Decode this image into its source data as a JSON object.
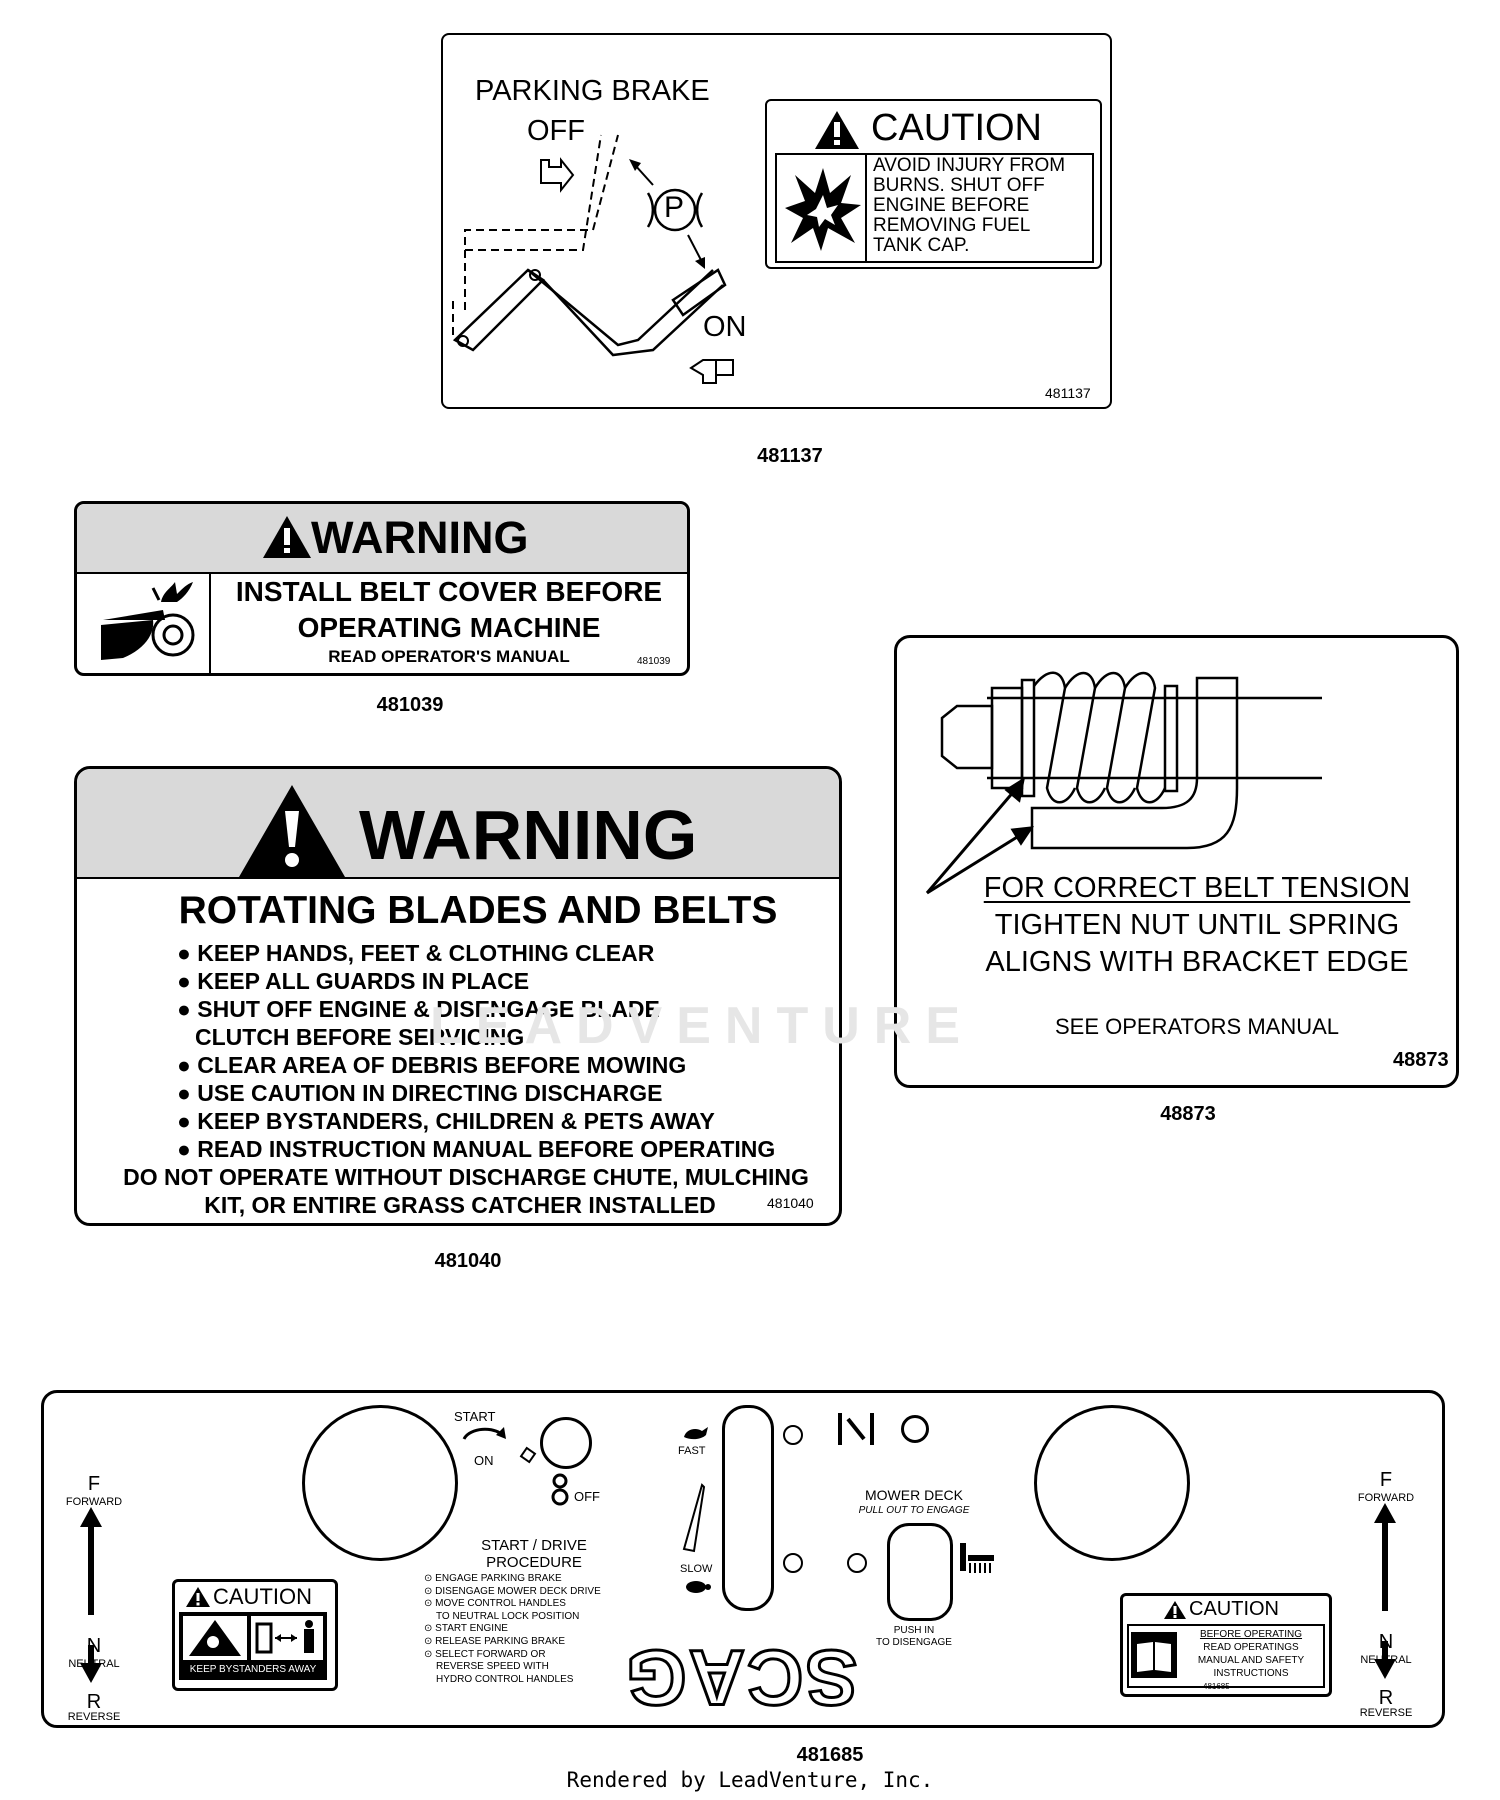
{
  "decal_481137": {
    "parking_brake": "PARKING BRAKE",
    "off": "OFF",
    "on": "ON",
    "p_symbol": "P",
    "caution_title": "CAUTION",
    "caution_lines": [
      "AVOID INJURY FROM",
      "BURNS.  SHUT OFF",
      "ENGINE BEFORE",
      "REMOVING FUEL",
      "TANK CAP."
    ],
    "part_no_small": "481137",
    "caption": "481137"
  },
  "decal_481039": {
    "title": "WARNING",
    "line1": "INSTALL BELT COVER BEFORE",
    "line2": "OPERATING MACHINE",
    "line3": "READ OPERATOR'S MANUAL",
    "part_no_small": "481039",
    "caption": "481039"
  },
  "decal_481040": {
    "title": "WARNING",
    "heading": "ROTATING BLADES AND BELTS",
    "bullets": [
      "KEEP HANDS, FEET & CLOTHING CLEAR",
      "KEEP ALL GUARDS IN PLACE",
      "SHUT OFF ENGINE & DISENGAGE BLADE",
      "CLEAR AREA OF DEBRIS BEFORE MOWING",
      "USE CAUTION IN DIRECTING DISCHARGE",
      "KEEP BYSTANDERS, CHILDREN & PETS AWAY",
      "READ INSTRUCTION MANUAL BEFORE OPERATING"
    ],
    "bullet3_cont": "CLUTCH BEFORE SERVICING",
    "footer1": "DO NOT OPERATE WITHOUT DISCHARGE CHUTE, MULCHING",
    "footer2": "KIT, OR ENTIRE GRASS CATCHER INSTALLED",
    "part_no_small": "481040",
    "caption": "481040"
  },
  "decal_48873": {
    "line1": "FOR CORRECT BELT TENSION",
    "line2": "TIGHTEN NUT UNTIL SPRING",
    "line3": "ALIGNS WITH BRACKET EDGE",
    "line4": "SEE OPERATORS MANUAL",
    "part_no_small": "48873",
    "caption": "48873"
  },
  "decal_481685": {
    "start": "START",
    "on": "ON",
    "off": "OFF",
    "fast": "FAST",
    "slow": "SLOW",
    "mower_deck": "MOWER DECK",
    "pull_out": "PULL OUT TO ENGAGE",
    "push_in": "PUSH IN",
    "to_disengage": "TO DISENGAGE",
    "procedure_title1": "START / DRIVE",
    "procedure_title2": "PROCEDURE",
    "procedure_steps": [
      "ENGAGE PARKING BRAKE",
      "DISENGAGE MOWER DECK DRIVE",
      "MOVE CONTROL HANDLES",
      "TO NEUTRAL LOCK POSITION",
      "START ENGINE",
      "RELEASE PARKING BRAKE",
      "SELECT FORWARD OR",
      "REVERSE SPEED WITH",
      "HYDRO CONTROL HANDLES"
    ],
    "f": "F",
    "forward": "FORWARD",
    "n": "N",
    "neutral": "NEUTRAL",
    "r": "R",
    "reverse": "REVERSE",
    "caution_left_title": "CAUTION",
    "caution_left_text": "KEEP BYSTANDERS AWAY",
    "caution_right_title": "CAUTION",
    "caution_right_lines": [
      "BEFORE OPERATING",
      "READ OPERATINGS",
      "MANUAL AND SAFETY",
      "INSTRUCTIONS"
    ],
    "brand": "SCAG",
    "part_no_small": "481685",
    "caption": "481685"
  },
  "watermark": "LEADVENTURE",
  "footer": "Rendered by LeadVenture, Inc."
}
